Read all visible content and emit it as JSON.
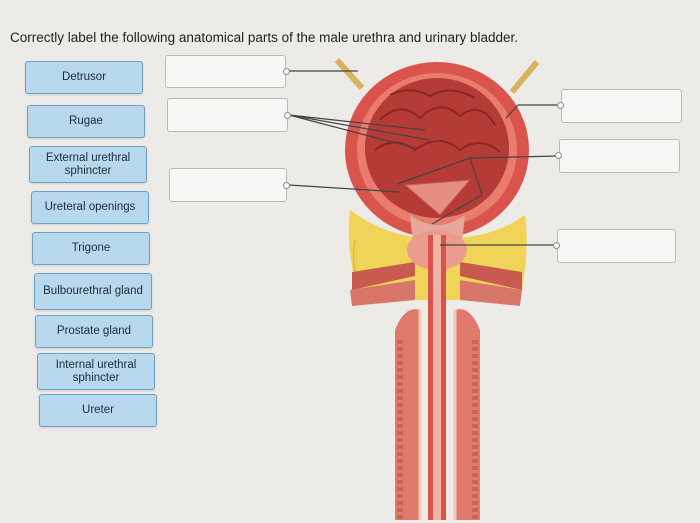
{
  "question": "Correctly label the following anatomical parts of the male urethra and urinary bladder.",
  "labels": [
    "Detrusor",
    "Rugae",
    "External urethral sphincter",
    "Ureteral openings",
    "Trigone",
    "Bulbourethral gland",
    "Prostate gland",
    "Internal urethral sphincter",
    "Ureter"
  ],
  "drop_targets": [
    "",
    "",
    "",
    "",
    "",
    ""
  ],
  "colors": {
    "label_fill": "#b8d8ee",
    "label_border": "#6fa2c6",
    "bladder_wall": "#d9544c",
    "bladder_interior": "#a8322f",
    "fat": "#f0d45a"
  }
}
